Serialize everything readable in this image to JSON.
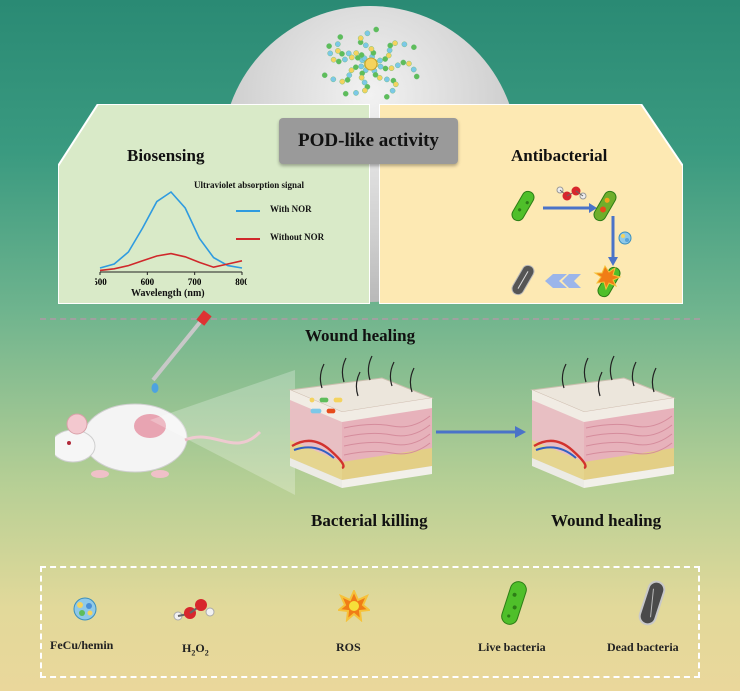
{
  "top_label": "POD-like activity",
  "biosensing": {
    "title": "Biosensing",
    "chart_title": "Ultraviolet absorption signal",
    "legend": [
      "With NOR",
      "Without NOR"
    ],
    "xlabel": "Wavelength (nm)",
    "xticks": [
      "500",
      "600",
      "700",
      "800"
    ]
  },
  "antibacterial": {
    "title": "Antibacterial"
  },
  "wound_section": {
    "title": "Wound healing",
    "left_caption": "Bacterial  killing",
    "right_caption": "Wound  healing"
  },
  "legend_box": {
    "items": [
      {
        "label": "FeCu/hemin"
      },
      {
        "label_main": "H",
        "sub1": "2",
        "mid": "O",
        "sub2": "2"
      },
      {
        "label": "ROS"
      },
      {
        "label": "Live bacteria"
      },
      {
        "label": "Dead bacteria"
      }
    ]
  },
  "colors": {
    "with_nor": "#2f9be0",
    "without_nor": "#d0282b",
    "arrow": "#4a73c8",
    "bacteria_live": "#4fbf2a"
  },
  "chart_data": {
    "type": "line",
    "title": "Ultraviolet absorption signal",
    "xlabel": "Wavelength (nm)",
    "ylabel": "",
    "xlim": [
      500,
      800
    ],
    "series": [
      {
        "name": "With NOR",
        "x": [
          500,
          530,
          560,
          590,
          620,
          650,
          680,
          710,
          740,
          770,
          800
        ],
        "y": [
          0.05,
          0.1,
          0.25,
          0.55,
          0.88,
          1.0,
          0.8,
          0.42,
          0.18,
          0.08,
          0.05
        ]
      },
      {
        "name": "Without NOR",
        "x": [
          500,
          530,
          560,
          590,
          620,
          650,
          680,
          710,
          740,
          770,
          800
        ],
        "y": [
          0.02,
          0.04,
          0.08,
          0.14,
          0.2,
          0.23,
          0.19,
          0.12,
          0.06,
          0.1,
          0.14
        ]
      }
    ]
  }
}
